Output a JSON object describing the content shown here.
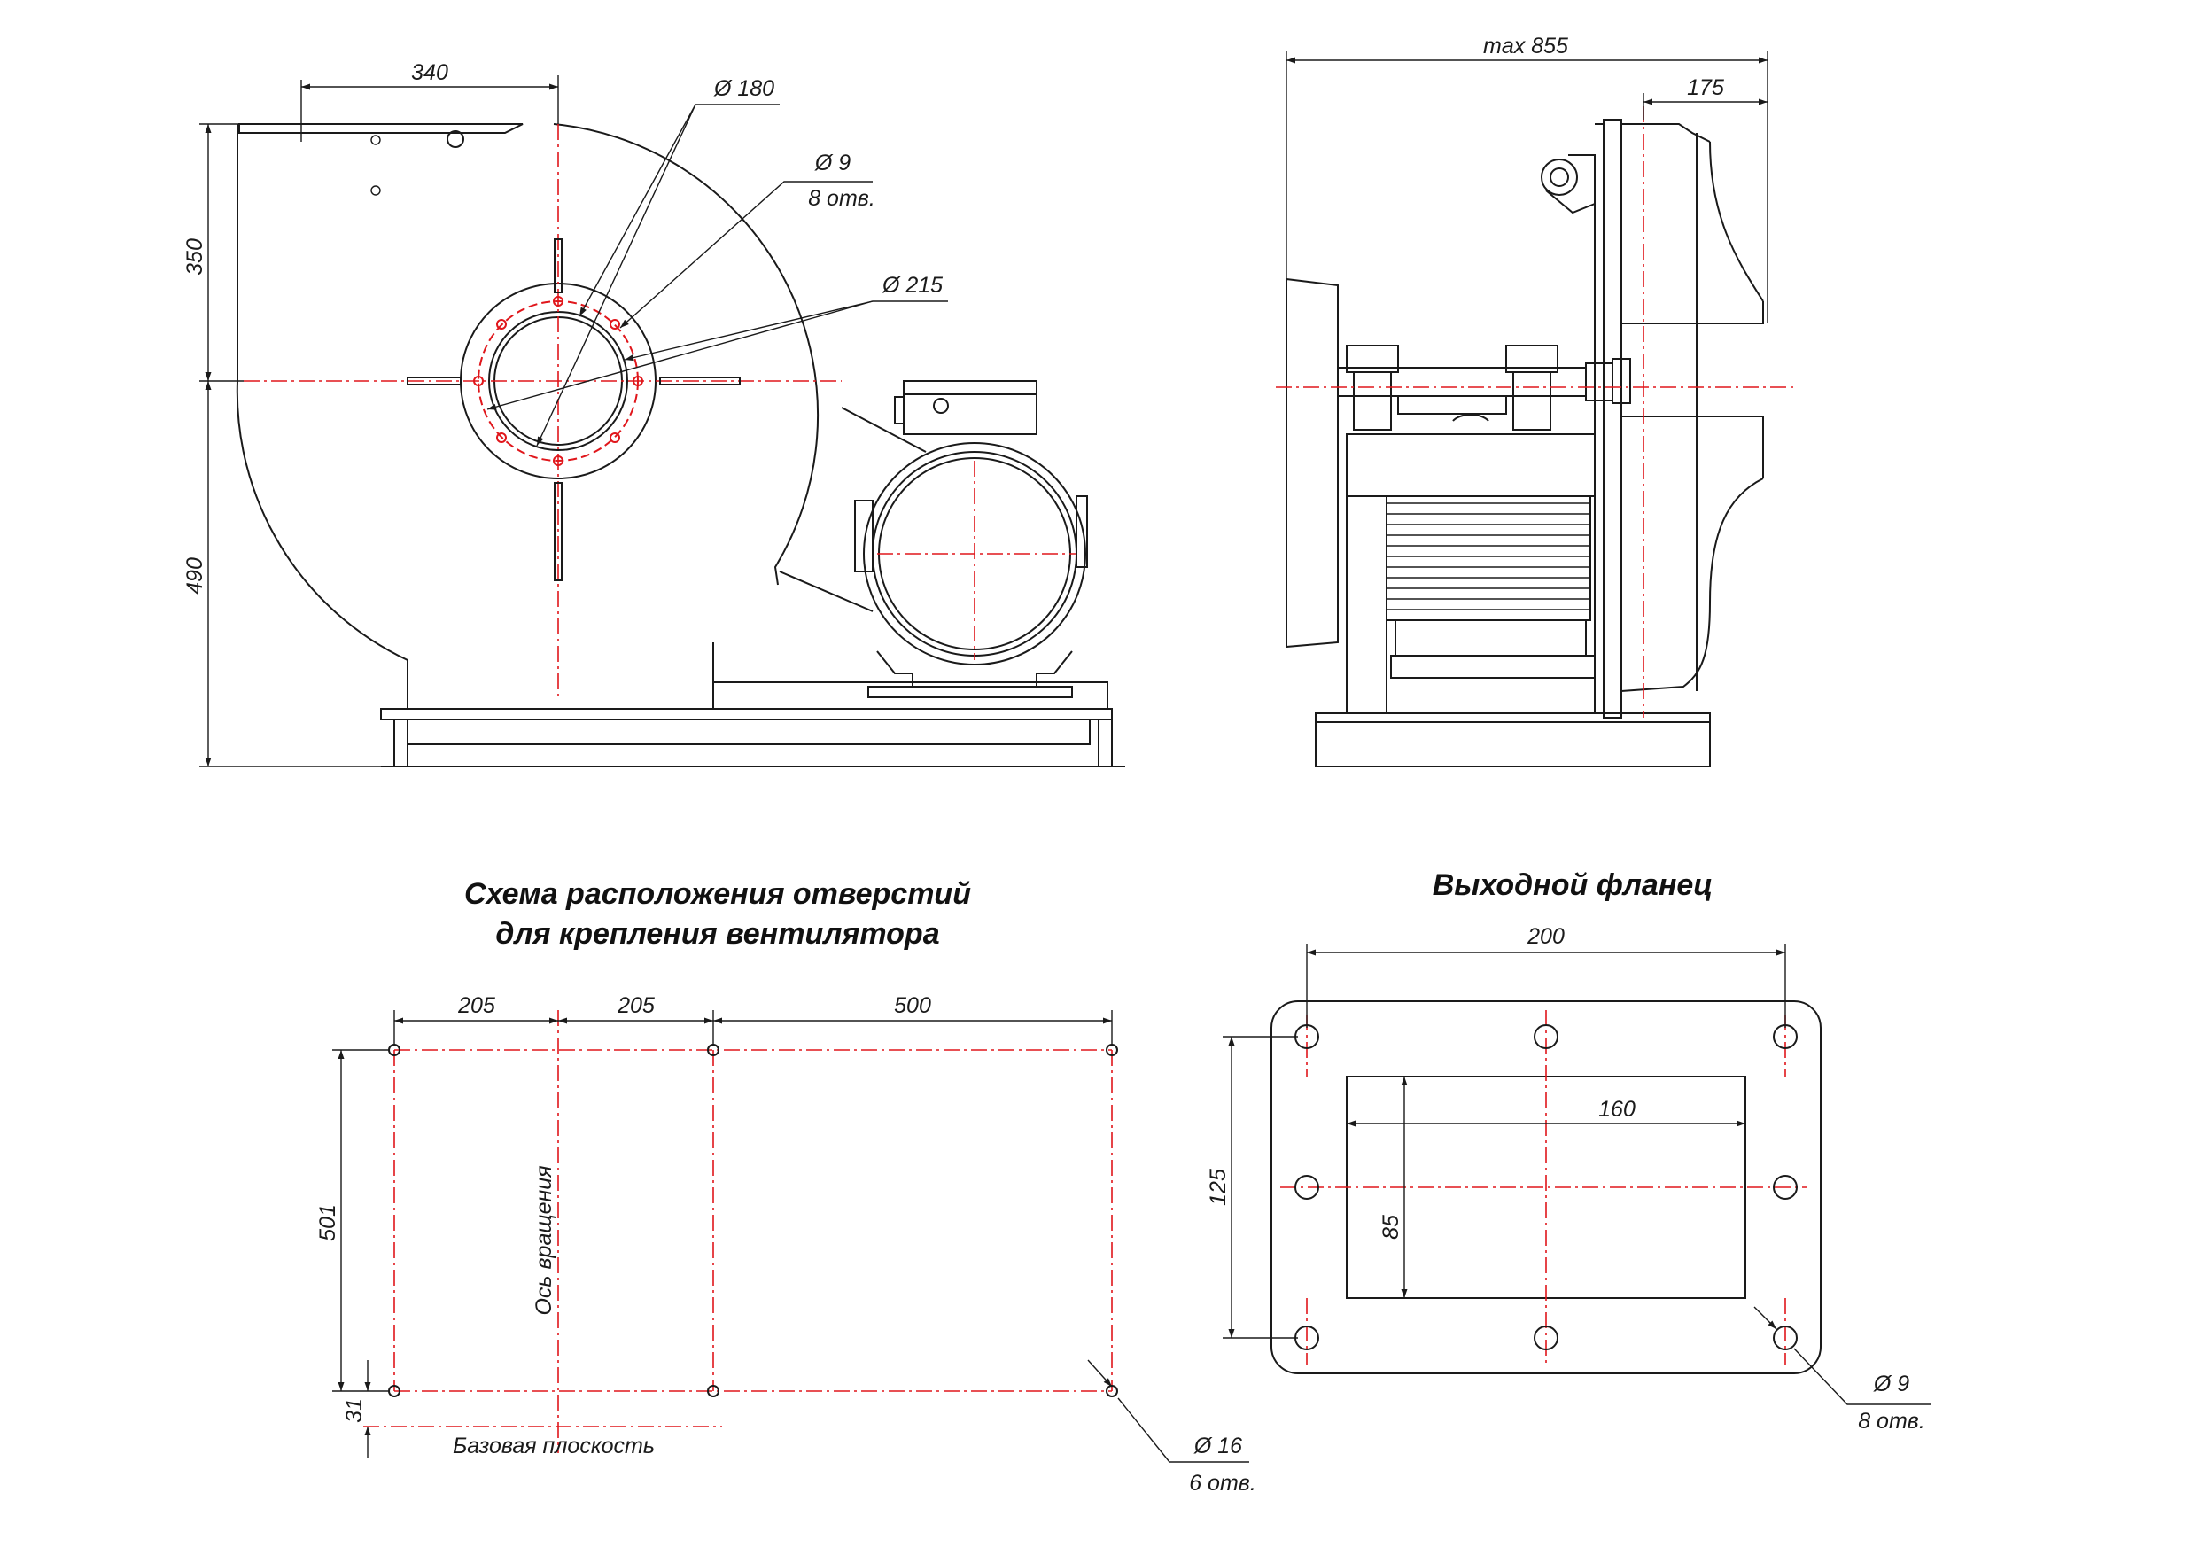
{
  "titles": {
    "mount_holes_line1": "Схема расположения отверстий",
    "mount_holes_line2": "для крепления вентилятора",
    "outlet_flange": "Выходной фланец"
  },
  "front_view": {
    "dim_340": "340",
    "dim_350": "350",
    "dim_490": "490",
    "dia_180": "Ø 180",
    "dia_9": "Ø 9",
    "holes_8": "8 отв.",
    "dia_215": "Ø 215"
  },
  "side_view": {
    "dim_max855": "max 855",
    "dim_175": "175"
  },
  "mount_scheme": {
    "dim_205a": "205",
    "dim_205b": "205",
    "dim_500": "500",
    "dim_501": "501",
    "dim_31": "31",
    "axis_label": "Ось вращения",
    "base_plane": "Базовая  плоскость",
    "dia_16": "Ø 16",
    "holes_6": "6 отв."
  },
  "flange": {
    "dim_200": "200",
    "dim_160": "160",
    "dim_125": "125",
    "dim_85": "85",
    "dia_9": "Ø 9",
    "holes_8": "8 отв."
  },
  "colors": {
    "line": "#1a1a1a",
    "axis_red": "#e0161b",
    "background": "#ffffff"
  }
}
